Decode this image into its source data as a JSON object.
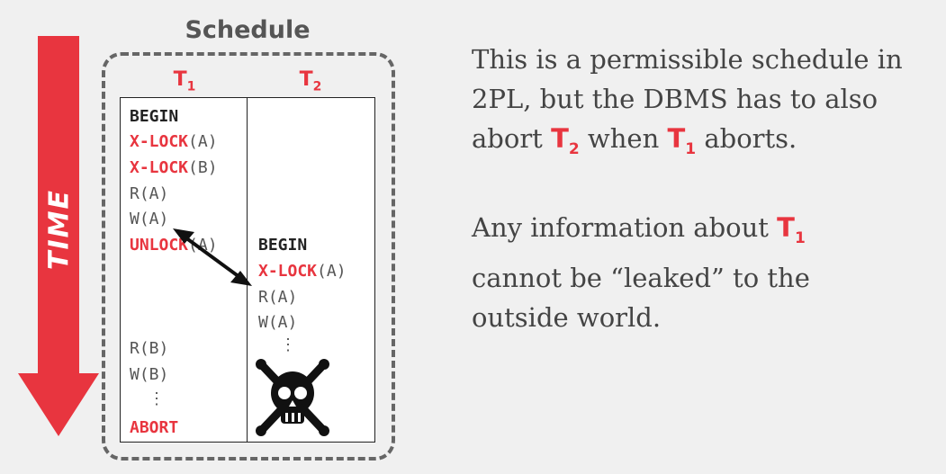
{
  "time_label": "TIME",
  "schedule": {
    "title": "Schedule",
    "t1_header": {
      "base": "T",
      "sub": "1"
    },
    "t2_header": {
      "base": "T",
      "sub": "2"
    },
    "t1_ops": [
      {
        "text": "BEGIN",
        "style": "black"
      },
      {
        "kw": "X-LOCK",
        "arg": "(A)"
      },
      {
        "kw": "X-LOCK",
        "arg": "(B)"
      },
      {
        "text": "R(A)"
      },
      {
        "text": "W(A)"
      },
      {
        "kw": "UNLOCK",
        "arg": "(A)"
      },
      {
        "text": "R(B)"
      },
      {
        "text": "W(B)"
      },
      {
        "text": "⋮"
      },
      {
        "text": "ABORT",
        "style": "red"
      }
    ],
    "t2_ops": [
      {
        "text": "BEGIN",
        "style": "black"
      },
      {
        "kw": "X-LOCK",
        "arg": "(A)"
      },
      {
        "text": "R(A)"
      },
      {
        "text": "W(A)"
      },
      {
        "text": "⋮"
      }
    ]
  },
  "paragraph1": {
    "l1": "This is a permissible schedule in",
    "l2": "2PL, but the DBMS has to also",
    "l3a": "abort ",
    "l3t": "T",
    "l3ts": "2",
    "l3b": " when ",
    "l3u": "T",
    "l3us": "1",
    "l3c": " aborts."
  },
  "paragraph2": {
    "l1a": "Any information about ",
    "l1t": "T",
    "l1ts": "1",
    "l2": "cannot be “leaked” to the",
    "l3": "outside world."
  },
  "colors": {
    "accent": "#e8353f",
    "text": "#444444",
    "frame": "#666666"
  },
  "icons": [
    "time-arrow-icon",
    "skull-crossbones-icon",
    "double-arrow-icon"
  ]
}
